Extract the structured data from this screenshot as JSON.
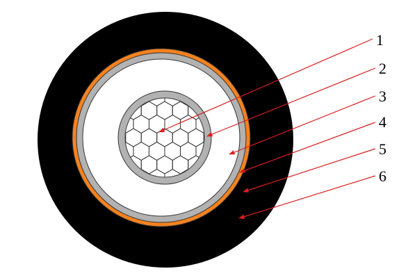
{
  "diagram": {
    "callout_numbers": [
      "1",
      "2",
      "3",
      "4",
      "5",
      "6"
    ]
  },
  "colors": {
    "background": "#ffffff",
    "outer_sheath": "#000000",
    "copper_tape": "#f5821f",
    "semiconductive_layer": "#b2b2b2",
    "insulation": "#ffffff",
    "conductor_fill": "#ffffff",
    "conductor_strand_lines": "#333333",
    "outline": "#333333",
    "leader_line": "#d81e1e"
  }
}
